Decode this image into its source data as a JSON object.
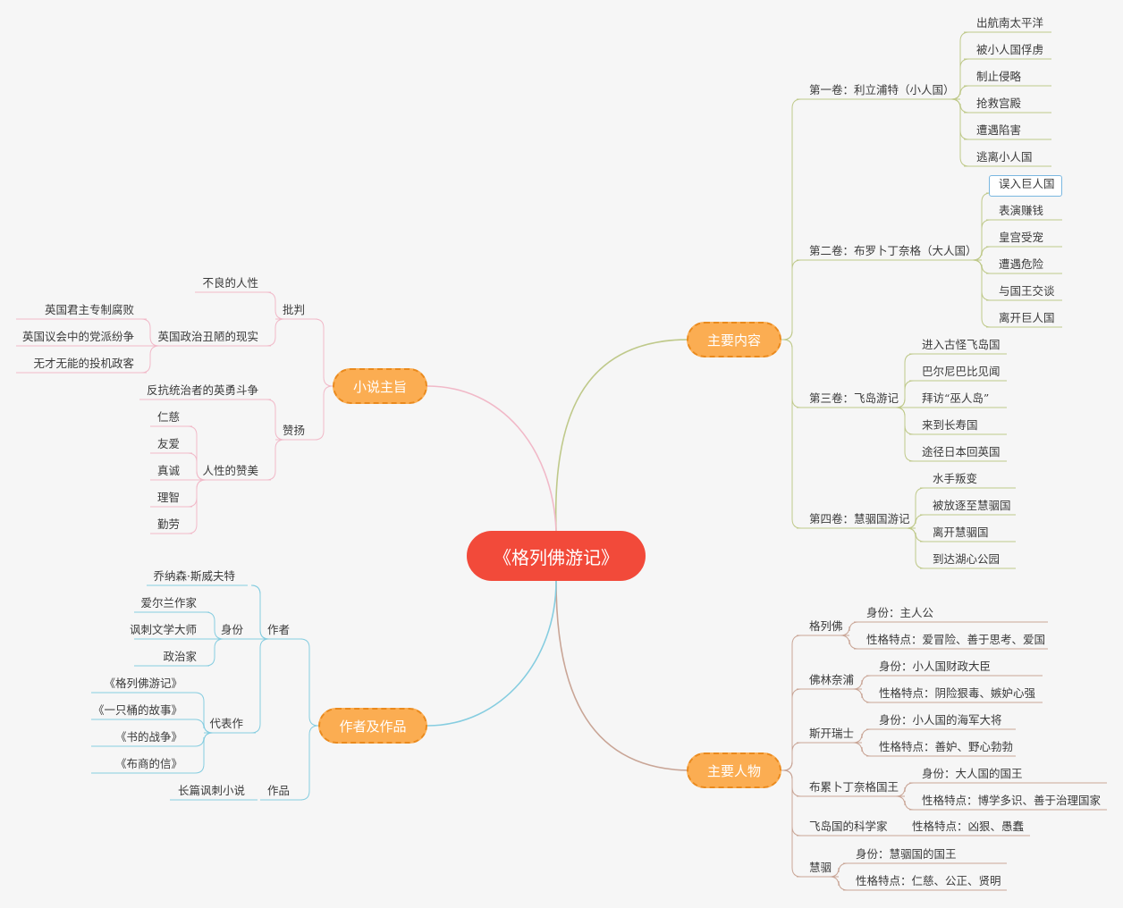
{
  "root": "《格列佛游记》",
  "branches": {
    "content": "主要内容",
    "characters": "主要人物",
    "theme": "小说主旨",
    "author": "作者及作品"
  },
  "content": {
    "vol1": {
      "label": "第一卷：利立浦特（小人国）",
      "items": [
        "出航南太平洋",
        "被小人国俘虏",
        "制止侵略",
        "抢救宫殿",
        "遭遇陷害",
        "逃离小人国"
      ]
    },
    "vol2": {
      "label": "第二卷：布罗卜丁奈格（大人国）",
      "items": [
        "误入巨人国",
        "表演赚钱",
        "皇宫受宠",
        "遭遇危险",
        "与国王交谈",
        "离开巨人国"
      ]
    },
    "vol3": {
      "label": "第三卷：飞岛游记",
      "items": [
        "进入古怪飞岛国",
        "巴尔尼巴比见闻",
        "拜访“巫人岛”",
        "来到长寿国",
        "途径日本回英国"
      ]
    },
    "vol4": {
      "label": "第四卷：慧骃国游记",
      "items": [
        "水手叛变",
        "被放逐至慧骃国",
        "离开慧骃国",
        "到达湖心公园"
      ]
    }
  },
  "characters": [
    {
      "name": "格列佛",
      "details": [
        "身份：主人公",
        "性格特点：爱冒险、善于思考、爱国"
      ]
    },
    {
      "name": "佛林奈浦",
      "details": [
        "身份：小人国财政大臣",
        "性格特点：阴险狠毒、嫉妒心强"
      ]
    },
    {
      "name": "斯开瑞士",
      "details": [
        "身份：小人国的海军大将",
        "性格特点：善妒、野心勃勃"
      ]
    },
    {
      "name": "布累卜丁奈格国王",
      "details": [
        "身份：大人国的国王",
        "性格特点：博学多识、善于治理国家"
      ]
    },
    {
      "name": "飞岛国的科学家",
      "details": [
        "性格特点：凶狠、愚蠢"
      ]
    },
    {
      "name": "慧骃",
      "details": [
        "身份：慧骃国的国王",
        "性格特点：仁慈、公正、贤明"
      ]
    }
  ],
  "theme": {
    "criticize": {
      "label": "批判",
      "items": [
        "不良的人性"
      ],
      "sub": {
        "label": "英国政治丑陋的现实",
        "items": [
          "英国君主专制腐败",
          "英国议会中的党派纷争",
          "无才无能的投机政客"
        ]
      }
    },
    "praise": {
      "label": "赞扬",
      "items": [
        "反抗统治者的英勇斗争"
      ],
      "sub": {
        "label": "人性的赞美",
        "items": [
          "仁慈",
          "友爱",
          "真诚",
          "理智",
          "勤劳"
        ]
      }
    }
  },
  "author": {
    "author": {
      "label": "作者",
      "items": [
        "乔纳森·斯威夫特"
      ],
      "sub": {
        "label": "身份",
        "items": [
          "爱尔兰作家",
          "讽刺文学大师",
          "政治家"
        ]
      }
    },
    "rep": {
      "label": "代表作",
      "items": [
        "《格列佛游记》",
        "《一只桶的故事》",
        "《书的战争》",
        "《布商的信》"
      ]
    },
    "works": {
      "label": "作品",
      "items": [
        "长篇讽刺小说"
      ]
    }
  },
  "colors": {
    "background": "#f6f6f6",
    "root": "#f24a3a",
    "branch": "#fbad52",
    "content_line": "#bfc98a",
    "characters_line": "#c9a596",
    "theme_line": "#f1b9c8",
    "author_line": "#86cde0"
  }
}
